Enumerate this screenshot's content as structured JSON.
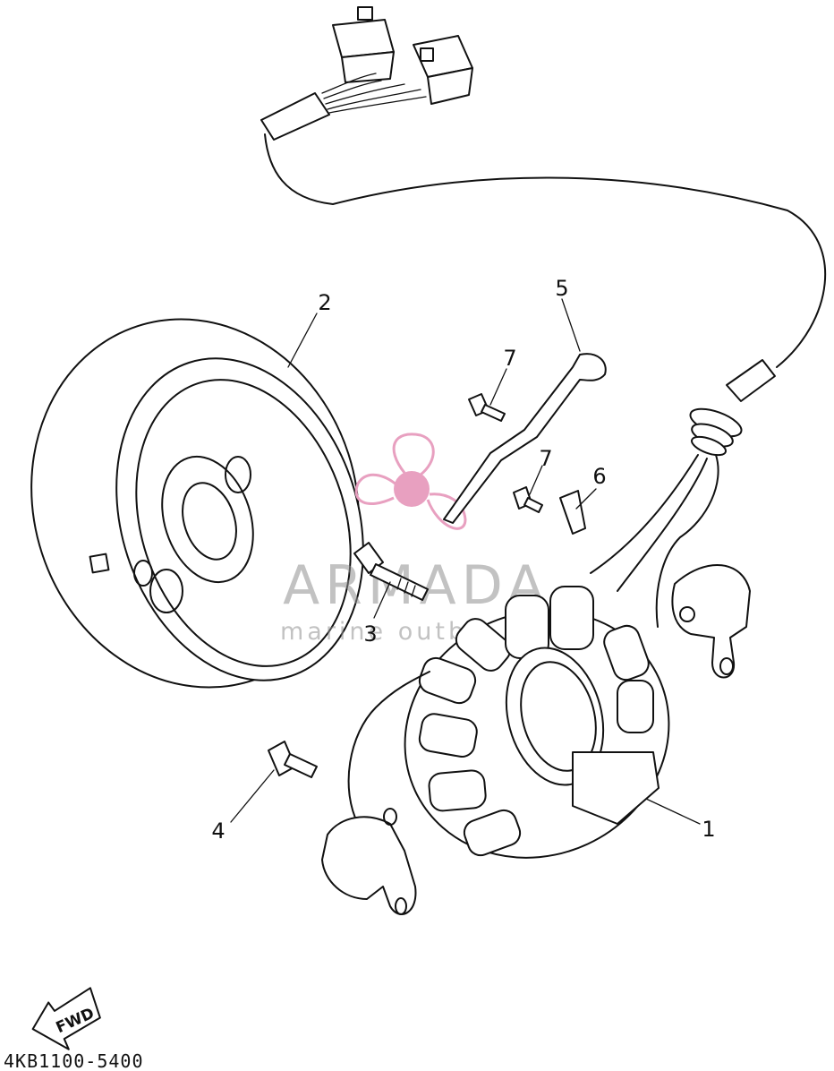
{
  "watermark": {
    "title": "ARMADA",
    "subtitle": "marine outboards",
    "accent_color": "#e8a0c0"
  },
  "callouts": {
    "p1": "1",
    "p2": "2",
    "p3": "3",
    "p4": "4",
    "p5": "5",
    "p6": "6",
    "p7a": "7",
    "p7b": "7"
  },
  "fwd_label": "FWD",
  "diagram_code": "4KB1100-5400"
}
